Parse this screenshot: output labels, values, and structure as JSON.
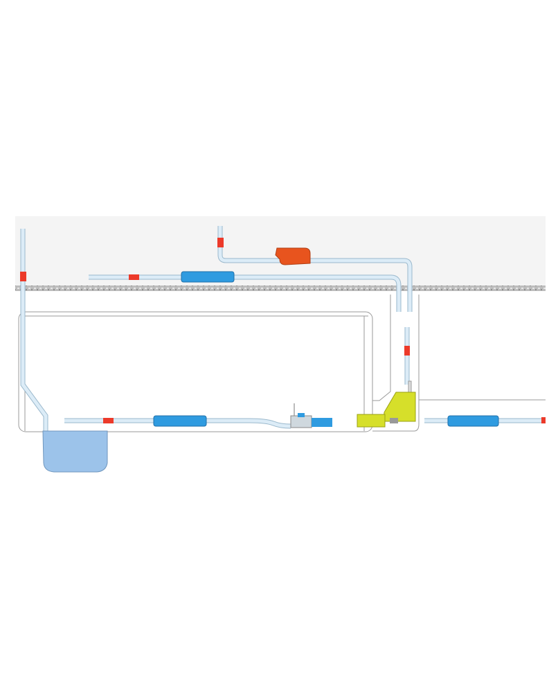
{
  "diagram": {
    "components": [
      "ceiling-void",
      "room-wall",
      "condensate-tank",
      "filter",
      "valve",
      "orange-pump",
      "yellow-pump",
      "mini-pump"
    ],
    "colors": {
      "ceiling": "#f4f4f4",
      "pipe_fill": "#dcecf7",
      "pipe_stroke": "#9ab8cc",
      "filter": "#2f9be0",
      "valve": "#ec3a2a",
      "orange_pump": "#e8541e",
      "yellow_pump": "#d6df2a",
      "tank": "#9cc3ea",
      "wall": "#9a9a9a"
    }
  }
}
